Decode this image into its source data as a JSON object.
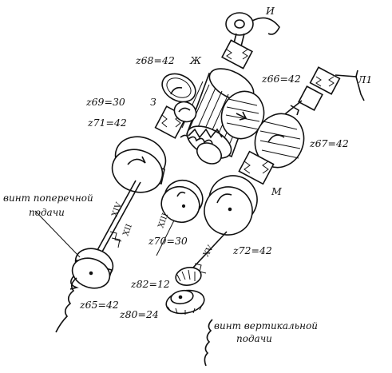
{
  "labels": {
    "z68": "z68=42",
    "z66": "z66=42",
    "z69": "z69=30",
    "z71": "z71=42",
    "z67": "z67=42",
    "z70": "z70=30",
    "z72": "z72=42",
    "z65": "z65=42",
    "z82": "z82=12",
    "z80": "z80=24",
    "letter_I": "И",
    "letter_Zh": "Ж",
    "letter_Z": "З",
    "letter_L": "Л1",
    "letter_M": "М"
  },
  "shafts": {
    "XIV": "XIV",
    "XII": "XII",
    "XIII": "XIII",
    "XV": "XV"
  },
  "captions": {
    "cross_feed_line1": "винт поперечной",
    "cross_feed_line2": "подачи",
    "vertical_feed_line1": "винт вертикальной",
    "vertical_feed_line2": "подачи"
  }
}
